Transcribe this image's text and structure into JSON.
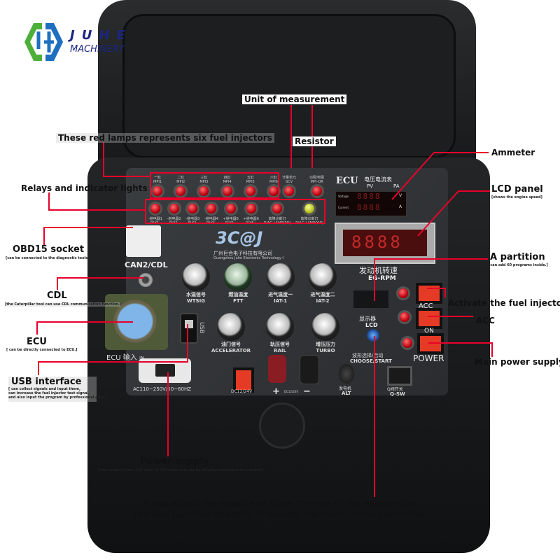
{
  "logo": {
    "brand_top": "JUHE",
    "brand_bottom": "MACHINERY",
    "colors": {
      "green": "#4caf3a",
      "blue": "#1e6fc0",
      "navy": "#1a2680"
    }
  },
  "device": {
    "brand_logo": "3C@J",
    "company_cn": "广州巨合电子科技有限公司",
    "company_en": "Guangzhou Juhe Electronic Technology Co.",
    "injector_lamps": [
      {
        "cn": "一缸",
        "en": "MPI1"
      },
      {
        "cn": "二缸",
        "en": "MPI2"
      },
      {
        "cn": "三缸",
        "en": "MPI3"
      },
      {
        "cn": "四缸",
        "en": "MPI4"
      },
      {
        "cn": "五缸",
        "en": "MPI5"
      },
      {
        "cn": "六缸",
        "en": "MPI6"
      }
    ],
    "resistor_lamps": [
      {
        "cn": "计量单元",
        "en": "SCV"
      },
      {
        "cn": "Q阀/电阻",
        "en": "MPI-QR"
      }
    ],
    "relay_lamps": [
      {
        "cn": "-继电器1",
        "en": "RLY1-"
      },
      {
        "cn": "-继电器2",
        "en": "RLY2-"
      },
      {
        "cn": "-继电器3",
        "en": "RLY3-"
      },
      {
        "cn": "-继电器4",
        "en": "RLY4-"
      },
      {
        "cn": "+继电器5",
        "en": "RLY5+"
      },
      {
        "cn": "+继电器6",
        "en": "RLY6+"
      },
      {
        "cn": "故障诊断灯",
        "en": "DIAG LAMP(RD)"
      },
      {
        "cn": "故障诊断灯",
        "en": "DIAG LAMP(YW)"
      }
    ],
    "can_label": "CAN2/CDL",
    "ecu_in_label": "ECU 输入",
    "ecu_in_sub": "IN",
    "usb_label": "USB",
    "ac_label": "AC110~250V/50~60HZ",
    "meter_title": "ECU",
    "meter_title_cn": "电压电流表",
    "meter_pv": "PV",
    "meter_pa": "PA",
    "meter_voltage": "Voltage",
    "meter_current": "Current",
    "meter_v_unit": "V",
    "meter_a_unit": "A",
    "meter_voltage_digits": "8888",
    "meter_current_digits": "8888",
    "rpm_digits": "8888",
    "rpm_cn": "发动机转速",
    "rpm_en": "EG-RPM",
    "knobs_top": [
      {
        "cn": "水温信号",
        "en": "WTSIG",
        "color": "white"
      },
      {
        "cn": "燃油温度",
        "en": "FTT",
        "color": "green"
      },
      {
        "cn": "进气温度一",
        "en": "IAT-1",
        "color": "white"
      },
      {
        "cn": "进气温度二",
        "en": "IAT-2",
        "color": "white"
      }
    ],
    "knobs_bottom": [
      {
        "cn": "油门信号",
        "en": "ACCELERATOR"
      },
      {
        "cn": "轨压信号",
        "en": "RAIL"
      },
      {
        "cn": "增压压力",
        "en": "TURBO"
      }
    ],
    "display_cn": "显示器",
    "display_en": "LCD",
    "choose_cn": "波形选择/启动",
    "choose_en": "CHOOSE/START",
    "dc_label": "DC12/24V",
    "dc_terminal_label": "DC12/24V",
    "plus": "+",
    "minus": "−",
    "alt_cn": "发电机",
    "alt_en": "ALT",
    "qsw_cn": "Q阀开关",
    "qsw_en": "Q-SW",
    "acc_label": "ACC",
    "on_label": "ON",
    "power_label": "POWER"
  },
  "annotations": {
    "unit_of_measurement": "Unit of measurement",
    "red_lamps": "These red lamps represents six fuel injectors",
    "resistor": "Resistor",
    "relays": "Relays and indicator lights",
    "ammeter": "Ammeter",
    "lcd_panel": "LCD panel",
    "lcd_panel_sub": "[shows the engine speed]",
    "partition": "A partition",
    "partition_sub": "[can add 60 programs inside.]",
    "obd15": "OBD15 socket",
    "obd15_sub": "[can be connected to the diagnostic tools]",
    "cdl": "CDL",
    "cdl_sub": "[the Caterpillar tool can use CDL communication function.]",
    "ecu": "ECU",
    "ecu_sub": "[ can be directly connected to ECU.]",
    "usb": "USB interface",
    "usb_sub": [
      "[ can collect signals and input them,",
      "can increase the fuel injector test signal,",
      "and also input the program by professional guys.]"
    ],
    "activate": "Activate the fuel injector",
    "acc": "ACC",
    "main_power": "Main power supply",
    "power_supply": "Power supply",
    "power_supply_sub": "[can connect from 110 volts to 250 volts and can be directly connected to a socket]",
    "bottom_line1": "It can adjust the speed and show the size of the accelerator.",
    "bottom_line2": "The fuel injection quantity of several injectors can be controlled.",
    "line_color": "#e8002a"
  }
}
